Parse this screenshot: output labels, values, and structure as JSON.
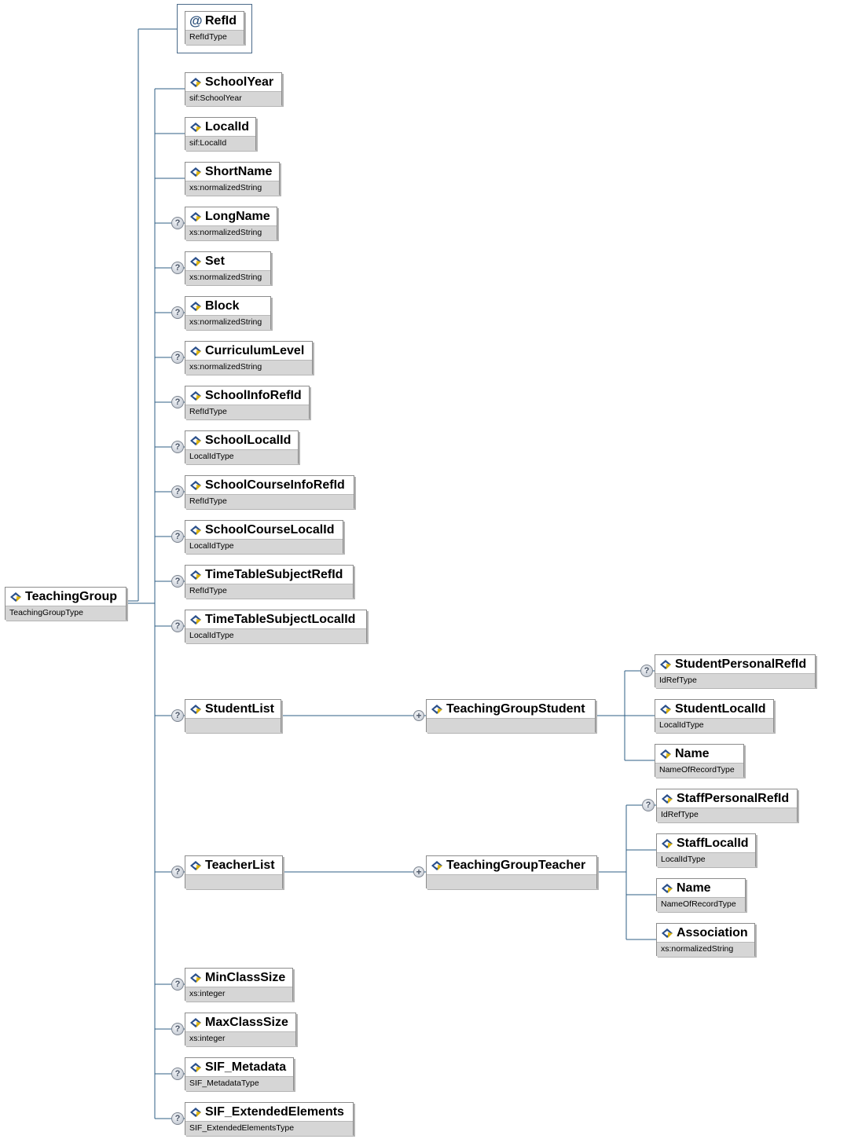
{
  "root": {
    "name": "TeachingGroup",
    "type": "TeachingGroupType"
  },
  "attribute": {
    "symbol": "@",
    "name": "RefId",
    "type": "RefIdType"
  },
  "elements": [
    {
      "name": "SchoolYear",
      "type": "sif:SchoolYear",
      "optional": false
    },
    {
      "name": "LocalId",
      "type": "sif:LocalId",
      "optional": false
    },
    {
      "name": "ShortName",
      "type": "xs:normalizedString",
      "optional": false
    },
    {
      "name": "LongName",
      "type": "xs:normalizedString",
      "optional": true
    },
    {
      "name": "Set",
      "type": "xs:normalizedString",
      "optional": true
    },
    {
      "name": "Block",
      "type": "xs:normalizedString",
      "optional": true
    },
    {
      "name": "CurriculumLevel",
      "type": "xs:normalizedString",
      "optional": true
    },
    {
      "name": "SchoolInfoRefId",
      "type": "RefIdType",
      "optional": true
    },
    {
      "name": "SchoolLocalId",
      "type": "LocalIdType",
      "optional": true
    },
    {
      "name": "SchoolCourseInfoRefId",
      "type": "RefIdType",
      "optional": true
    },
    {
      "name": "SchoolCourseLocalId",
      "type": "LocalIdType",
      "optional": true
    },
    {
      "name": "TimeTableSubjectRefId",
      "type": "RefIdType",
      "optional": true
    },
    {
      "name": "TimeTableSubjectLocalId",
      "type": "LocalIdType",
      "optional": true
    },
    {
      "name": "StudentList",
      "type": "",
      "optional": true
    },
    {
      "name": "TeacherList",
      "type": "",
      "optional": true
    },
    {
      "name": "MinClassSize",
      "type": "xs:integer",
      "optional": true
    },
    {
      "name": "MaxClassSize",
      "type": "xs:integer",
      "optional": true
    },
    {
      "name": "SIF_Metadata",
      "type": "SIF_MetadataType",
      "optional": true
    },
    {
      "name": "SIF_ExtendedElements",
      "type": "SIF_ExtendedElementsType",
      "optional": true
    }
  ],
  "studentGroup": {
    "name": "TeachingGroupStudent",
    "type": "",
    "children": [
      {
        "name": "StudentPersonalRefId",
        "type": "IdRefType",
        "optional": true
      },
      {
        "name": "StudentLocalId",
        "type": "LocalIdType",
        "optional": false
      },
      {
        "name": "Name",
        "type": "NameOfRecordType",
        "optional": false
      }
    ]
  },
  "teacherGroup": {
    "name": "TeachingGroupTeacher",
    "type": "",
    "children": [
      {
        "name": "StaffPersonalRefId",
        "type": "IdRefType",
        "optional": true
      },
      {
        "name": "StaffLocalId",
        "type": "LocalIdType",
        "optional": false
      },
      {
        "name": "Name",
        "type": "NameOfRecordType",
        "optional": false
      },
      {
        "name": "Association",
        "type": "xs:normalizedString",
        "optional": false
      }
    ]
  },
  "symbols": {
    "optional": "?",
    "expand": "+"
  },
  "colors": {
    "connector": "#2f5f86",
    "elementIcon": "#2a4f8a",
    "elementIconAccent": "#e8b800"
  }
}
